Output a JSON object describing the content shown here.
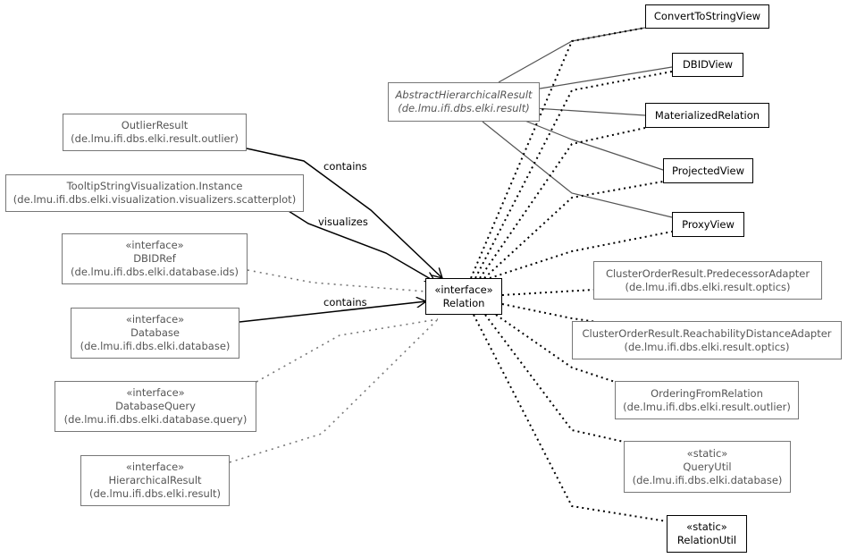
{
  "nodes": {
    "relation": {
      "stereotype": "«interface»",
      "name": "Relation",
      "package": ""
    },
    "abstract_hierarchical_result": {
      "stereotype": "",
      "name": "AbstractHierarchicalResult",
      "package": "(de.lmu.ifi.dbs.elki.result)"
    },
    "outlier_result": {
      "stereotype": "",
      "name": "OutlierResult",
      "package": "(de.lmu.ifi.dbs.elki.result.outlier)"
    },
    "tooltip_string_visualization_instance": {
      "stereotype": "",
      "name": "TooltipStringVisualization.Instance",
      "package": "(de.lmu.ifi.dbs.elki.visualization.visualizers.scatterplot)"
    },
    "dbidref": {
      "stereotype": "«interface»",
      "name": "DBIDRef",
      "package": "(de.lmu.ifi.dbs.elki.database.ids)"
    },
    "database": {
      "stereotype": "«interface»",
      "name": "Database",
      "package": "(de.lmu.ifi.dbs.elki.database)"
    },
    "database_query": {
      "stereotype": "«interface»",
      "name": "DatabaseQuery",
      "package": "(de.lmu.ifi.dbs.elki.database.query)"
    },
    "hierarchical_result": {
      "stereotype": "«interface»",
      "name": "HierarchicalResult",
      "package": "(de.lmu.ifi.dbs.elki.result)"
    },
    "convert_to_string_view": {
      "stereotype": "",
      "name": "ConvertToStringView",
      "package": ""
    },
    "dbid_view": {
      "stereotype": "",
      "name": "DBIDView",
      "package": ""
    },
    "materialized_relation": {
      "stereotype": "",
      "name": "MaterializedRelation",
      "package": ""
    },
    "projected_view": {
      "stereotype": "",
      "name": "ProjectedView",
      "package": ""
    },
    "proxy_view": {
      "stereotype": "",
      "name": "ProxyView",
      "package": ""
    },
    "predecessor_adapter": {
      "stereotype": "",
      "name": "ClusterOrderResult.PredecessorAdapter",
      "package": "(de.lmu.ifi.dbs.elki.result.optics)"
    },
    "reachability_distance_adapter": {
      "stereotype": "",
      "name": "ClusterOrderResult.ReachabilityDistanceAdapter",
      "package": "(de.lmu.ifi.dbs.elki.result.optics)"
    },
    "ordering_from_relation": {
      "stereotype": "",
      "name": "OrderingFromRelation",
      "package": "(de.lmu.ifi.dbs.elki.result.outlier)"
    },
    "query_util": {
      "stereotype": "«static»",
      "name": "QueryUtil",
      "package": "(de.lmu.ifi.dbs.elki.database)"
    },
    "relation_util": {
      "stereotype": "«static»",
      "name": "RelationUtil",
      "package": ""
    }
  },
  "edge_labels": {
    "outlier_contains": "contains",
    "tooltip_visualizes": "visualizes",
    "database_contains": "contains"
  },
  "colors": {
    "strong_border": "#000000",
    "weak_border": "#777777",
    "weak_text": "#555555",
    "edge_solid": "#000000",
    "edge_gray": "#555555",
    "edge_dotted_gray": "#777777"
  }
}
